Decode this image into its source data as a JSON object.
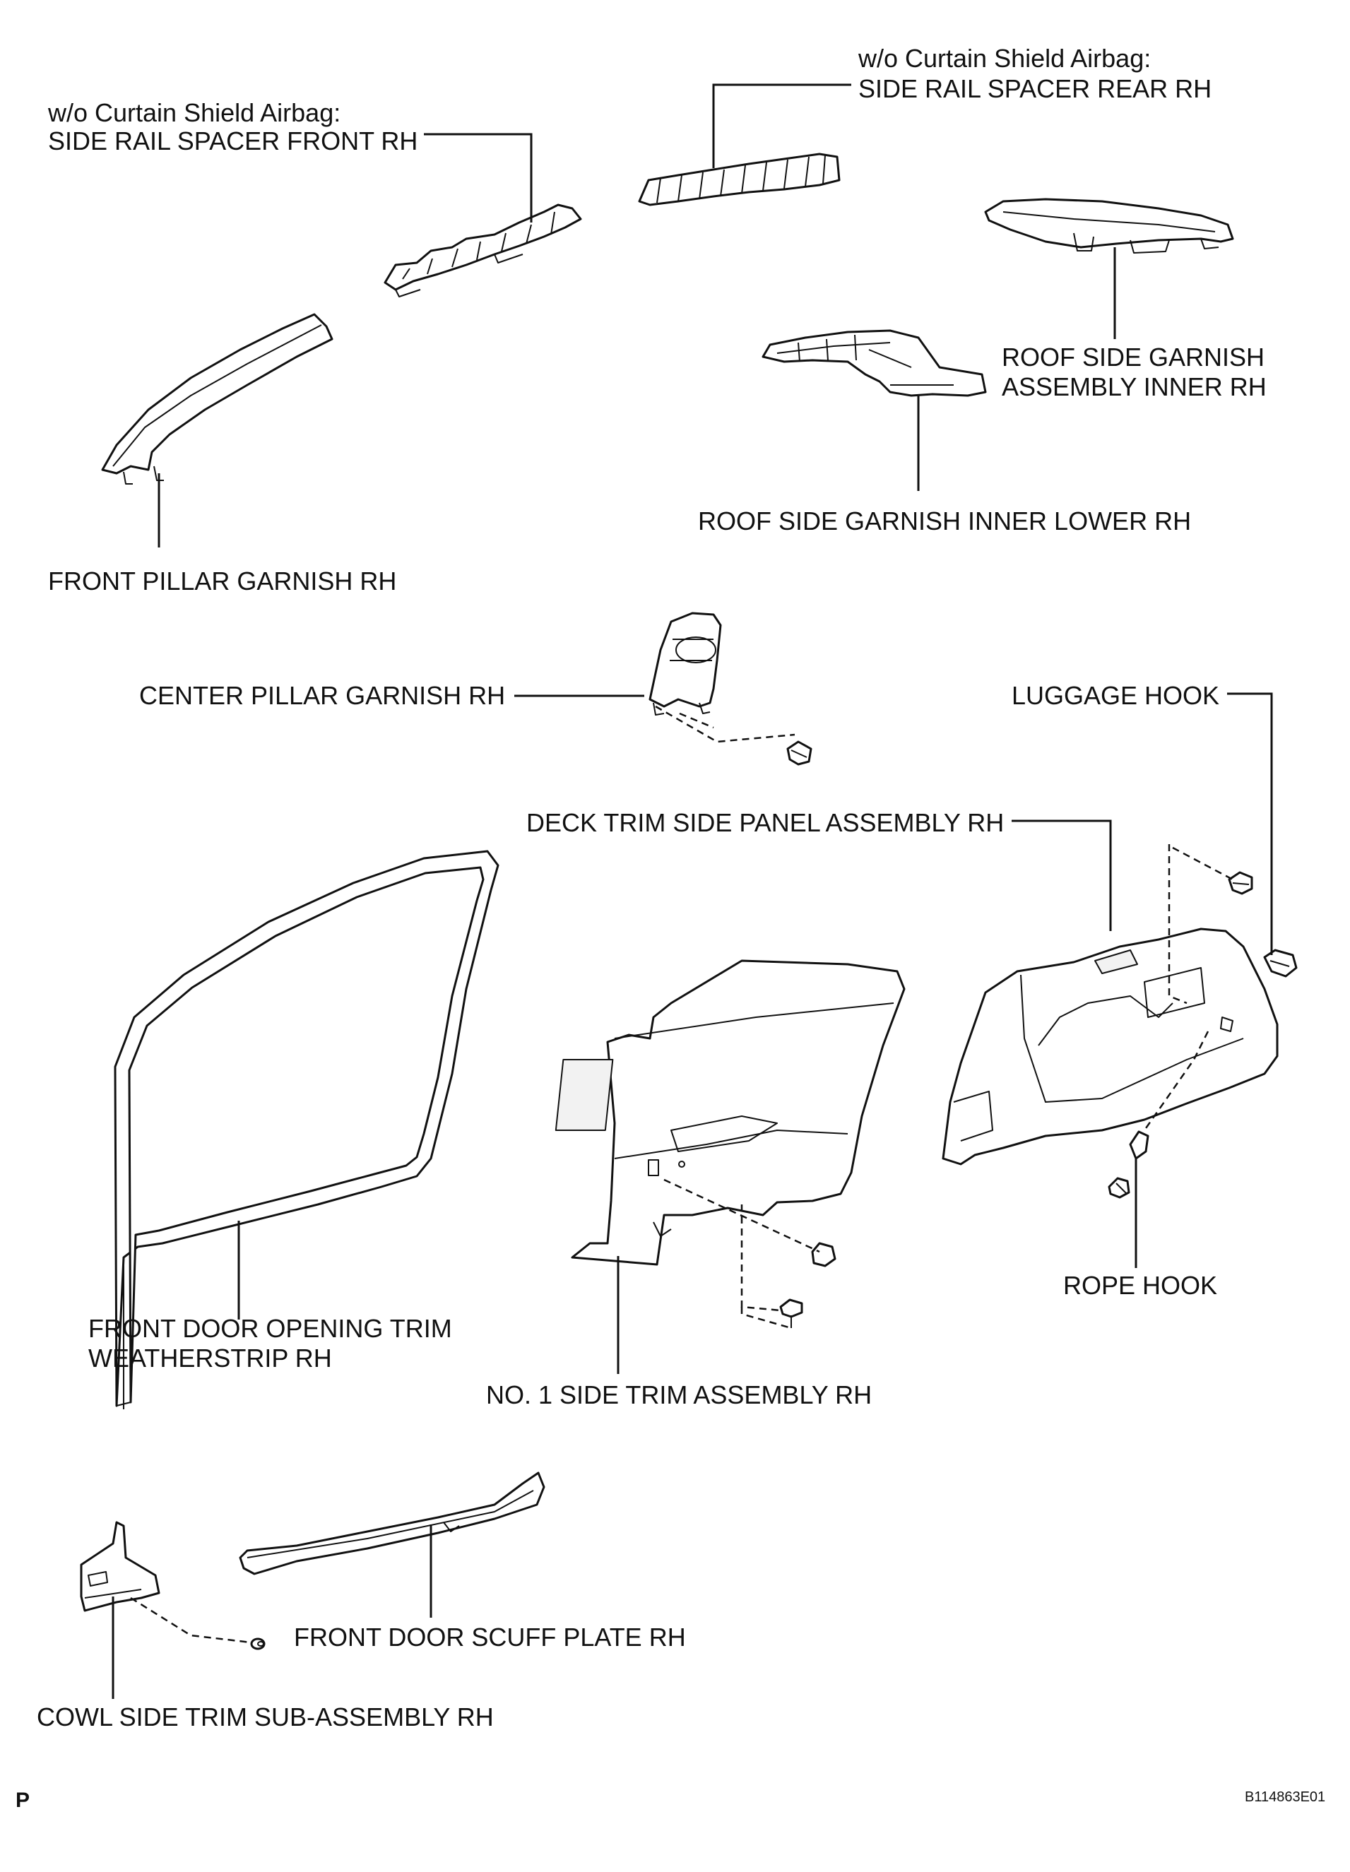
{
  "labels": {
    "side_rail_front_l1": "w/o Curtain Shield Airbag:",
    "side_rail_front_l2": "SIDE RAIL SPACER FRONT RH",
    "side_rail_rear_l1": "w/o Curtain Shield Airbag:",
    "side_rail_rear_l2": "SIDE RAIL SPACER REAR RH",
    "roof_garnish_inner_l1": "ROOF SIDE GARNISH",
    "roof_garnish_inner_l2": "ASSEMBLY INNER RH",
    "roof_garnish_lower": "ROOF SIDE GARNISH INNER LOWER RH",
    "front_pillar": "FRONT PILLAR GARNISH RH",
    "center_pillar": "CENTER PILLAR GARNISH RH",
    "luggage_hook": "LUGGAGE HOOK",
    "deck_trim": "DECK TRIM SIDE PANEL ASSEMBLY RH",
    "weatherstrip_l1": "FRONT DOOR OPENING TRIM",
    "weatherstrip_l2": "WEATHERSTRIP RH",
    "side_trim": "NO. 1 SIDE TRIM ASSEMBLY RH",
    "rope_hook": "ROPE HOOK",
    "scuff_plate": "FRONT DOOR SCUFF PLATE RH",
    "cowl_trim": "COWL SIDE TRIM SUB-ASSEMBLY RH"
  },
  "footer": {
    "corner_mark": "P",
    "figure_code": "B114863E01"
  }
}
